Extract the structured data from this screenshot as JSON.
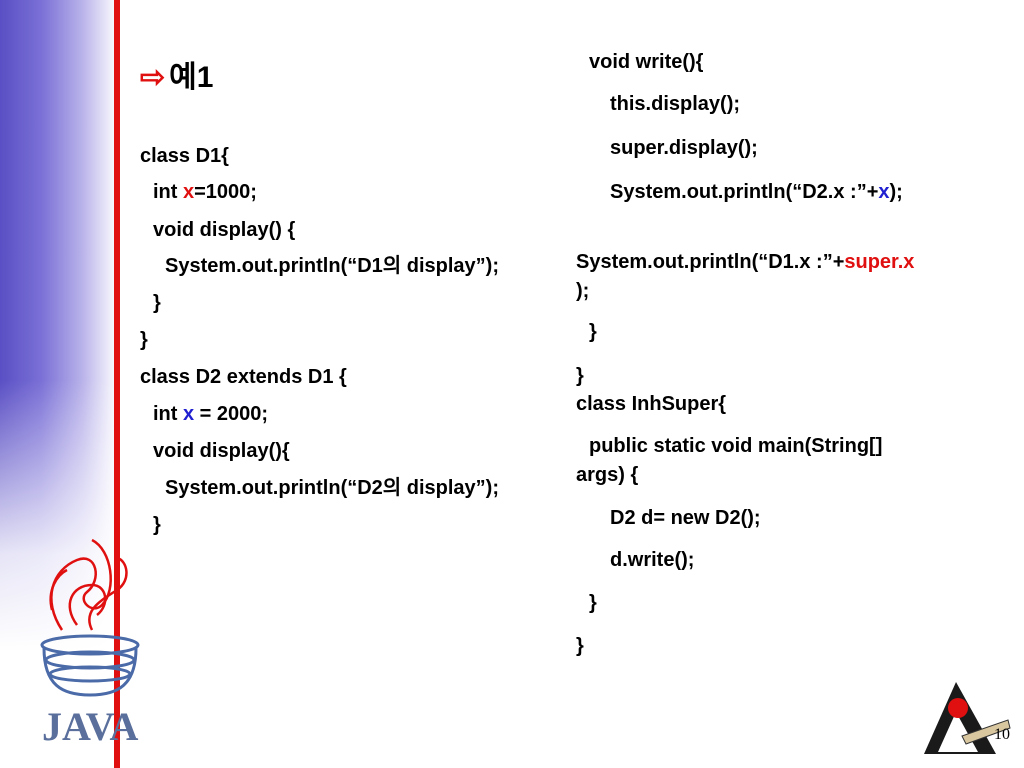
{
  "slide": {
    "title": "예1",
    "arrow_icon": "outline-arrow-right-icon",
    "page_number": "10"
  },
  "left_code": {
    "l1": "class D1{",
    "l2_a": "int ",
    "l2_var": "x",
    "l2_b": "=1000;",
    "l3": "void display() {",
    "l4": "System.out.println(“D1의 display”);",
    "l5": "}",
    "l6": "}",
    "l7": "class D2 extends D1 {",
    "l8_a": "int ",
    "l8_var": "x",
    "l8_b": " = 2000;",
    "l9": "void display(){",
    "l10": "System.out.println(“D2의 display”);",
    "l11": "}"
  },
  "right_code": {
    "r1": "void write(){",
    "r2": "this.display();",
    "r3": "super.display();",
    "r4_a": "System.out.println(“D2.x :”+",
    "r4_var": "x",
    "r4_b": ");",
    "r5_a": "System.out.println(“D1.x :”+",
    "r5_var": "super.x",
    "r5_b": ");",
    "r6": "}",
    "r7": "}",
    "r8": "class InhSuper{",
    "r9": "public static void main(String[]",
    "r10": "args) {",
    "r11": "D2 d= new D2();",
    "r12": "d.write();",
    "r13": "}",
    "r14": "}"
  },
  "colors": {
    "accent_red": "#e01010",
    "accent_blue": "#2020d0",
    "sidebar": "#5a4fc4"
  },
  "logos": {
    "java": "JAVA",
    "mascot": "duke-mascot-icon"
  }
}
